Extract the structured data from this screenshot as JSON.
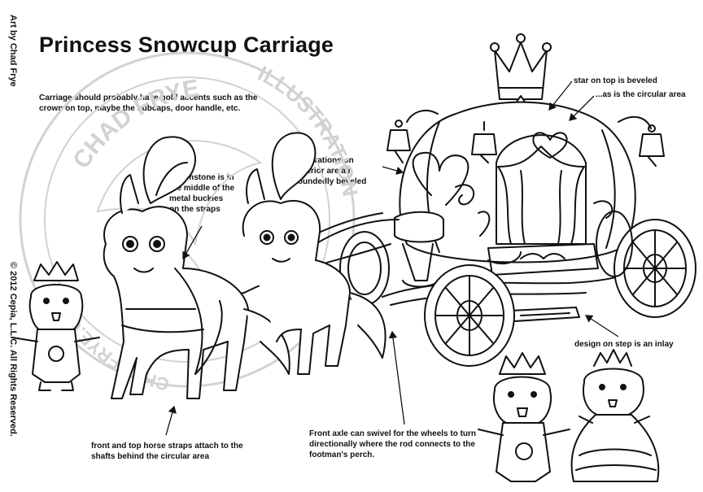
{
  "title": "Princess Snowcup Carriage",
  "credits": {
    "art_by": "Art by Chad Frye",
    "copyright": "© 2012 Cepia, L.L.C. All Rights Reserved."
  },
  "watermark": {
    "text_top": "CHAD FRYE",
    "text_right": "ILLUSTRATION",
    "text_left": "CHADFRYE.COM"
  },
  "notes": {
    "gold_accents": "Carriage should probably have gold accents such as the crown on top, maybe the hubcaps, door handle, etc.",
    "gemstone": "A gemstone is in the middle of the metal buckles on the straps",
    "decorations": "Decorations on exterior are all roundedly beveled",
    "star": "star on top is beveled",
    "circular_area": "...as is the circular area",
    "step": "design on step is an inlay",
    "axle": "Front axle can swivel for the wheels to turn directionally where the rod connects to the footman's perch.",
    "straps": "front and top horse straps attach to the shafts behind the circular area"
  },
  "colors": {
    "ink": "#111111",
    "watermark": "#d2d2d2",
    "background": "#ffffff"
  }
}
